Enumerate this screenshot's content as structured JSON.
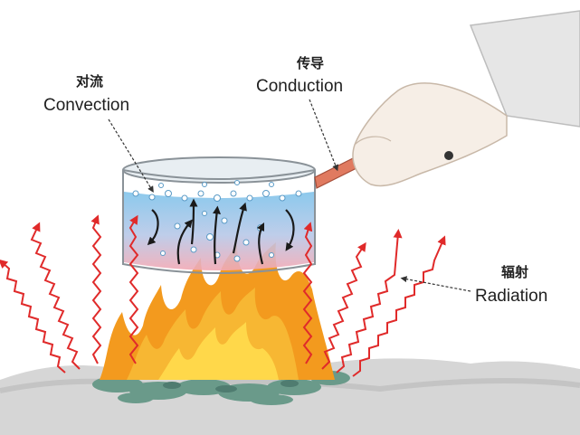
{
  "labels": {
    "convection": {
      "zh": "对流",
      "en": "Convection"
    },
    "conduction": {
      "zh": "传导",
      "en": "Conduction"
    },
    "radiation": {
      "zh": "辐射",
      "en": "Radiation"
    }
  },
  "colors": {
    "radiation_wave": "#e02a2a",
    "convection_arrow": "#1a1a1a",
    "water_top": "#7fc3ea",
    "water_bottom": "#f2a9b4",
    "flame_outer": "#f39a1e",
    "flame_inner": "#ffd84a",
    "pan_handle": "#e07a60",
    "coals": "#6a9a8a",
    "ground": "#d6d6d6",
    "sleeve": "#e6e6e6"
  },
  "icons": [
    "flame-icon",
    "hand-icon",
    "saucepan-icon",
    "wavy-arrow-icon"
  ]
}
